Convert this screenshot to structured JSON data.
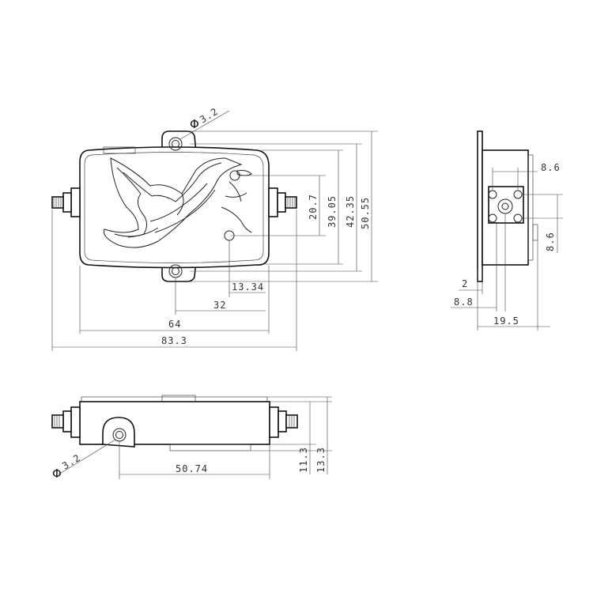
{
  "front_view": {
    "hole_dia": "3.2",
    "dim_20_7": "20.7",
    "dim_39_05": "39.05",
    "dim_42_35": "42.35",
    "dim_50_55": "50.55",
    "dim_13_34": "13.34",
    "dim_32": "32",
    "dim_64": "64",
    "dim_83_3": "83.3"
  },
  "side_view": {
    "dim_8_6_top": "8.6",
    "dim_8_6_right": "8.6",
    "dim_2": "2",
    "dim_8_8": "8.8",
    "dim_19_5": "19.5"
  },
  "bottom_view": {
    "hole_dia": "3.2",
    "dim_50_74": "50.74",
    "dim_11_3": "11.3",
    "dim_13_3": "13.3"
  },
  "symbols": {
    "diameter": "Φ"
  }
}
